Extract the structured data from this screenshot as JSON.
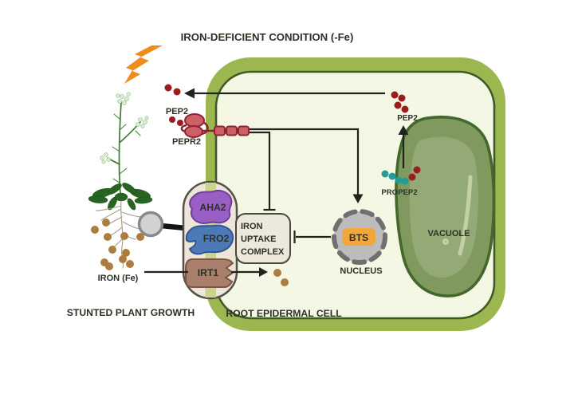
{
  "title": "IRON-DEFICIENT CONDITION (-Fe)",
  "cell": {
    "label": "ROOT EPIDERMAL CELL",
    "nucleus_label": "NUCLEUS",
    "vacuole_label": "VACUOLE"
  },
  "proteins": {
    "aha2": "AHA2",
    "fro2": "FRO2",
    "irt1": "IRT1",
    "bts": "BTS"
  },
  "complex": {
    "line1": "IRON",
    "line2": "UPTAKE",
    "line3": "COMPLEX"
  },
  "peptides": {
    "pep2_outside": "PEP2",
    "pepr2": "PEPR2",
    "pep2_inside": "PEP2",
    "propep2": "PROPEP2"
  },
  "annotations": {
    "iron": "IRON (Fe)",
    "stunted": "STUNTED PLANT GROWTH"
  },
  "colors": {
    "text": "#2c3126",
    "line": "#1f241c",
    "cell_wall": "#9cb750",
    "cell_inner_line": "#3c5b26",
    "cell_fill": "#f4f7e3",
    "wall_stripe": "#cbd48f",
    "capsule_fill": "#ece5d8",
    "capsule_stroke": "#54514a",
    "aha2": "#9a5fc4",
    "fro2": "#4d79b6",
    "irt1": "#a97f6c",
    "complex_fill": "#ece8db",
    "nucleus_fill": "#bcbcbc",
    "nucleus_ring": "#6f6f6f",
    "bts": "#f2a63b",
    "vacuole_fill": "#80995f",
    "vacuole_inner": "#93aa76",
    "vacuole_streak": "#c3d0a6",
    "vacuole_border": "#44672c",
    "receptor": "#cd5f66",
    "receptor_stroke": "#8e2430",
    "dark_red": "#9b1c1f",
    "teal": "#219d97",
    "soil": "#ad7d3f",
    "bolt": "#ef8c1d",
    "stem": "#3e7a2e",
    "leaf": "#276421",
    "flower": "#dcedd4",
    "root": "#a79b86",
    "magnifier_fill": "#d2d2d2",
    "magnifier_ring": "#8a8a8a"
  }
}
